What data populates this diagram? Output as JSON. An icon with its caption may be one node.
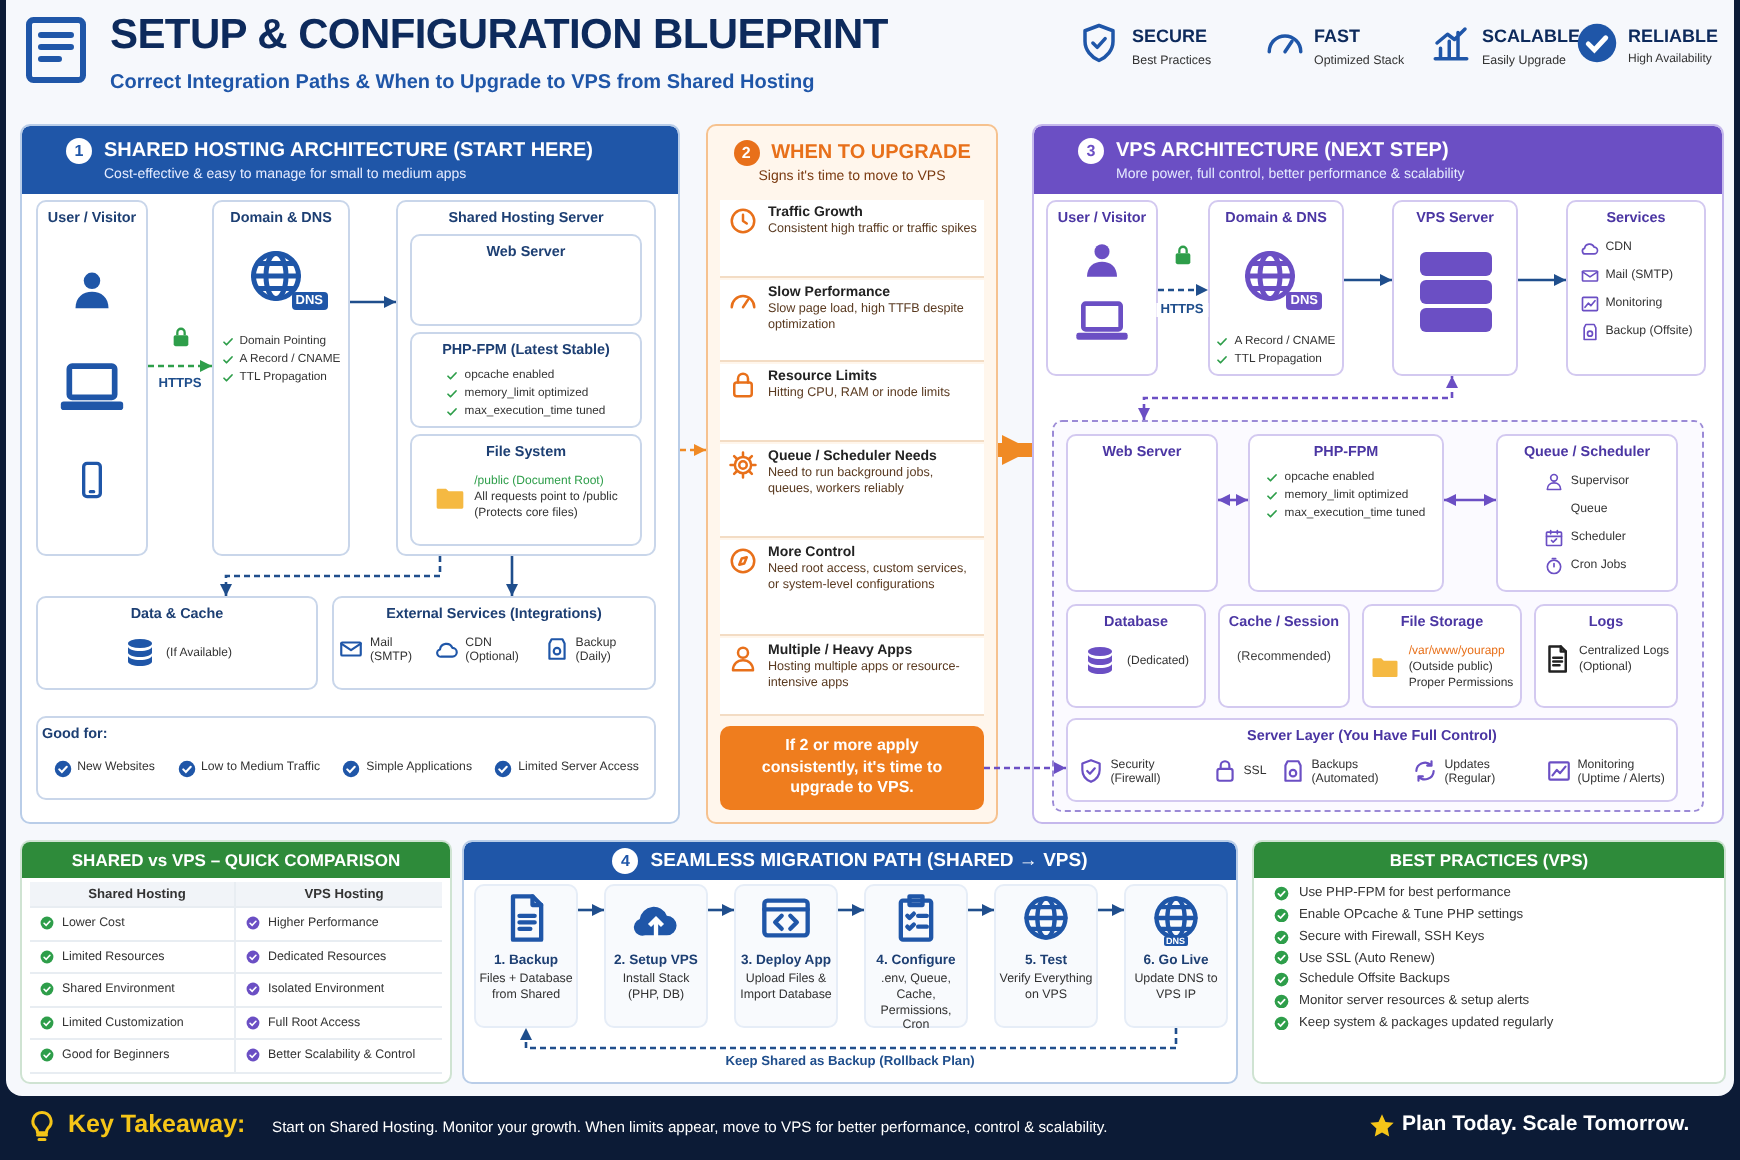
{
  "diagram": {
    "title": "SETUP & CONFIGURATION BLUEPRINT",
    "nodes": [
      {
        "text": [
          "1",
          "SHARED HOSTING ARCHITECTURE (START HERE)",
          "Cost-effective & easy to manage for small to medium apps"
        ]
      },
      {
        "text": [
          "User / Visitor"
        ],
        "in": 0
      },
      {
        "text": [
          "Domain & DNS",
          "DNS",
          "Domain Pointing",
          "A Record / CNAME",
          "TTL Propagation"
        ],
        "in": 0
      },
      {
        "text": [
          "Shared Hosting Server"
        ],
        "in": 0
      },
      {
        "text": [
          "Web Server"
        ],
        "in": 3
      },
      {
        "text": [
          "PHP-FPM (Latest Stable)",
          "opcache enabled",
          "memory_limit optimized",
          "max_execution_time tuned"
        ],
        "in": 3
      },
      {
        "text": [
          "File System",
          "/public (Document Root)",
          "All requests point to /public",
          "(Protects core files)"
        ],
        "in": 3
      },
      {
        "text": [
          "Data & Cache",
          "(If Available)"
        ],
        "in": 0
      },
      {
        "text": [
          "External Services (Integrations)",
          "Mail (SMTP)",
          "CDN (Optional)",
          "Backup (Daily)"
        ],
        "in": 0
      },
      {
        "text": [
          "Good for:",
          "New Websites",
          "Low to Medium Traffic",
          "Simple Applications",
          "Limited Server Access"
        ],
        "in": 0
      },
      {
        "text": [
          "2",
          "WHEN TO UPGRADE",
          "Signs it's time to move to VPS"
        ]
      },
      {
        "text": [
          "Traffic Growth",
          "Consistent high traffic or traffic spikes"
        ],
        "in": 10
      },
      {
        "text": [
          "Slow Performance",
          "Slow page load, high TTFB despite optimization"
        ],
        "in": 10
      },
      {
        "text": [
          "Resource Limits",
          "Hitting CPU, RAM or inode limits"
        ],
        "in": 10
      },
      {
        "text": [
          "Queue / Scheduler Needs",
          "Need to run background jobs, queues, workers reliably"
        ],
        "in": 10
      },
      {
        "text": [
          "More Control",
          "Need root access, custom services, or system-level configurations"
        ],
        "in": 10
      },
      {
        "text": [
          "Multiple / Heavy Apps",
          "Hosting multiple apps or resource-intensive apps"
        ],
        "in": 10
      },
      {
        "text": [
          "If 2 or more apply consistently, it's time to upgrade to VPS."
        ],
        "in": 10
      },
      {
        "text": [
          "3",
          "VPS ARCHITECTURE (NEXT STEP)",
          "More power, full control, better performance & scalability"
        ]
      },
      {
        "text": [
          "User / Visitor"
        ],
        "in": 18
      },
      {
        "text": [
          "Domain & DNS",
          "DNS",
          "A Record / CNAME",
          "TTL Propagation"
        ],
        "in": 18
      },
      {
        "text": [
          "VPS Server"
        ],
        "in": 18
      },
      {
        "text": [
          "Services",
          "CDN",
          "Mail (SMTP)",
          "Monitoring",
          "Backup (Offsite)"
        ],
        "in": 18
      },
      {
        "text": [],
        "shape": "box",
        "in": 18
      },
      {
        "text": [
          "Web Server"
        ],
        "in": 23
      },
      {
        "text": [
          "PHP-FPM",
          "opcache enabled",
          "memory_limit optimized",
          "max_execution_time tuned"
        ],
        "in": 23
      },
      {
        "text": [
          "Queue / Scheduler",
          "Supervisor",
          "Queue",
          "Scheduler",
          "Cron Jobs"
        ],
        "in": 23
      },
      {
        "text": [
          "Database",
          "(Dedicated)"
        ],
        "in": 23
      },
      {
        "text": [
          "Cache / Session",
          "(Recommended)"
        ],
        "in": 23
      },
      {
        "text": [
          "File Storage",
          "/var/www/yourapp",
          "(Outside public)",
          "Proper Permissions"
        ],
        "in": 23
      },
      {
        "text": [
          "Logs",
          "Centralized Logs (Optional)"
        ],
        "in": 23
      },
      {
        "text": [
          "Server Layer (You Have Full Control)",
          "Security (Firewall)",
          "SSL",
          "Backups (Automated)",
          "Updates (Regular)",
          "Monitoring (Uptime / Alerts)"
        ],
        "in": 23
      },
      {
        "text": [
          "SHARED vs VPS – QUICK COMPARISON",
          "Shared Hosting",
          "VPS Hosting",
          "Lower Cost",
          "Higher Performance",
          "Limited Resources",
          "Dedicated Resources",
          "Shared Environment",
          "Isolated Environment",
          "Limited Customization",
          "Full Root Access",
          "Good for Beginners",
          "Better Scalability & Control"
        ]
      },
      {
        "text": [
          "4",
          "SEAMLESS MIGRATION PATH (SHARED → VPS)"
        ]
      },
      {
        "text": [
          "1. Backup",
          "Files + Database from Shared"
        ],
        "in": 33
      },
      {
        "text": [
          "2. Setup VPS",
          "Install Stack (PHP, DB)"
        ],
        "in": 33
      },
      {
        "text": [
          "3. Deploy App",
          "Upload Files & Import Database"
        ],
        "in": 33
      },
      {
        "text": [
          "4. Configure",
          ".env, Queue, Cache, Permissions, Cron"
        ],
        "in": 33
      },
      {
        "text": [
          "5. Test",
          "Verify Everything on VPS"
        ],
        "in": 33
      },
      {
        "text": [
          "DNS",
          "6. Go Live",
          "Update DNS to VPS IP"
        ],
        "in": 33
      },
      {
        "text": [
          "BEST PRACTICES (VPS)",
          "Use PHP-FPM for best performance",
          "Enable OPcache & Tune PHP settings",
          "Secure with Firewall, SSH Keys",
          "Use SSL (Auto Renew)",
          "Schedule Offsite Backups",
          "Monitor server resources & setup alerts",
          "Keep system & packages updated regularly"
        ]
      }
    ],
    "edges": [
      {
        "from": 1,
        "to": 2,
        "arrow": "to",
        "label": "HTTPS",
        "style": "dashed",
        "color": "#2e9e4a"
      },
      {
        "from": 2,
        "to": 3,
        "arrow": "to"
      },
      {
        "from": 3,
        "to": 7,
        "arrow": "to",
        "style": "dashed"
      },
      {
        "from": 3,
        "to": 8,
        "arrow": "to"
      },
      {
        "from": 0,
        "to": 10,
        "arrow": "to",
        "style": "dashed",
        "color": "#f08a24"
      },
      {
        "from": 10,
        "to": 18,
        "arrow": "to",
        "style": "thick",
        "color": "#f08a24"
      },
      {
        "from": 17,
        "to": 31,
        "arrow": "to",
        "style": "dashed",
        "color": "#6b4fc4"
      },
      {
        "from": 19,
        "to": 20,
        "arrow": "to",
        "label": "HTTPS",
        "style": "dashed"
      },
      {
        "from": 20,
        "to": 21,
        "arrow": "to"
      },
      {
        "from": 21,
        "to": 22,
        "arrow": "to"
      },
      {
        "from": 23,
        "to": 21,
        "arrow": "both",
        "style": "dashed",
        "color": "#6b4fc4"
      },
      {
        "from": 24,
        "to": 25,
        "arrow": "both",
        "color": "#6b4fc4"
      },
      {
        "from": 25,
        "to": 26,
        "arrow": "both",
        "color": "#6b4fc4"
      },
      {
        "from": 34,
        "to": 35,
        "arrow": "to"
      },
      {
        "from": 35,
        "to": 36,
        "arrow": "to"
      },
      {
        "from": 36,
        "to": 37,
        "arrow": "to"
      },
      {
        "from": 37,
        "to": 38,
        "arrow": "to"
      },
      {
        "from": 38,
        "to": 39,
        "arrow": "to"
      },
      {
        "from": 39,
        "to": 34,
        "arrow": "to",
        "label": "Keep Shared as Backup (Rollback Plan)",
        "style": "dashed"
      }
    ],
    "labels": [
      "Correct Integration Paths & When to Upgrade to VPS from Shared Hosting",
      "SECURE",
      "Best Practices",
      "FAST",
      "Optimized Stack",
      "SCALABLE",
      "Easily Upgrade",
      "RELIABLE",
      "High Availability",
      "Key Takeaway:",
      "Start on Shared Hosting. Monitor your growth. When limits appear, move to VPS for better performance, control & scalability.",
      "Plan Today. Scale Tomorrow."
    ]
  }
}
